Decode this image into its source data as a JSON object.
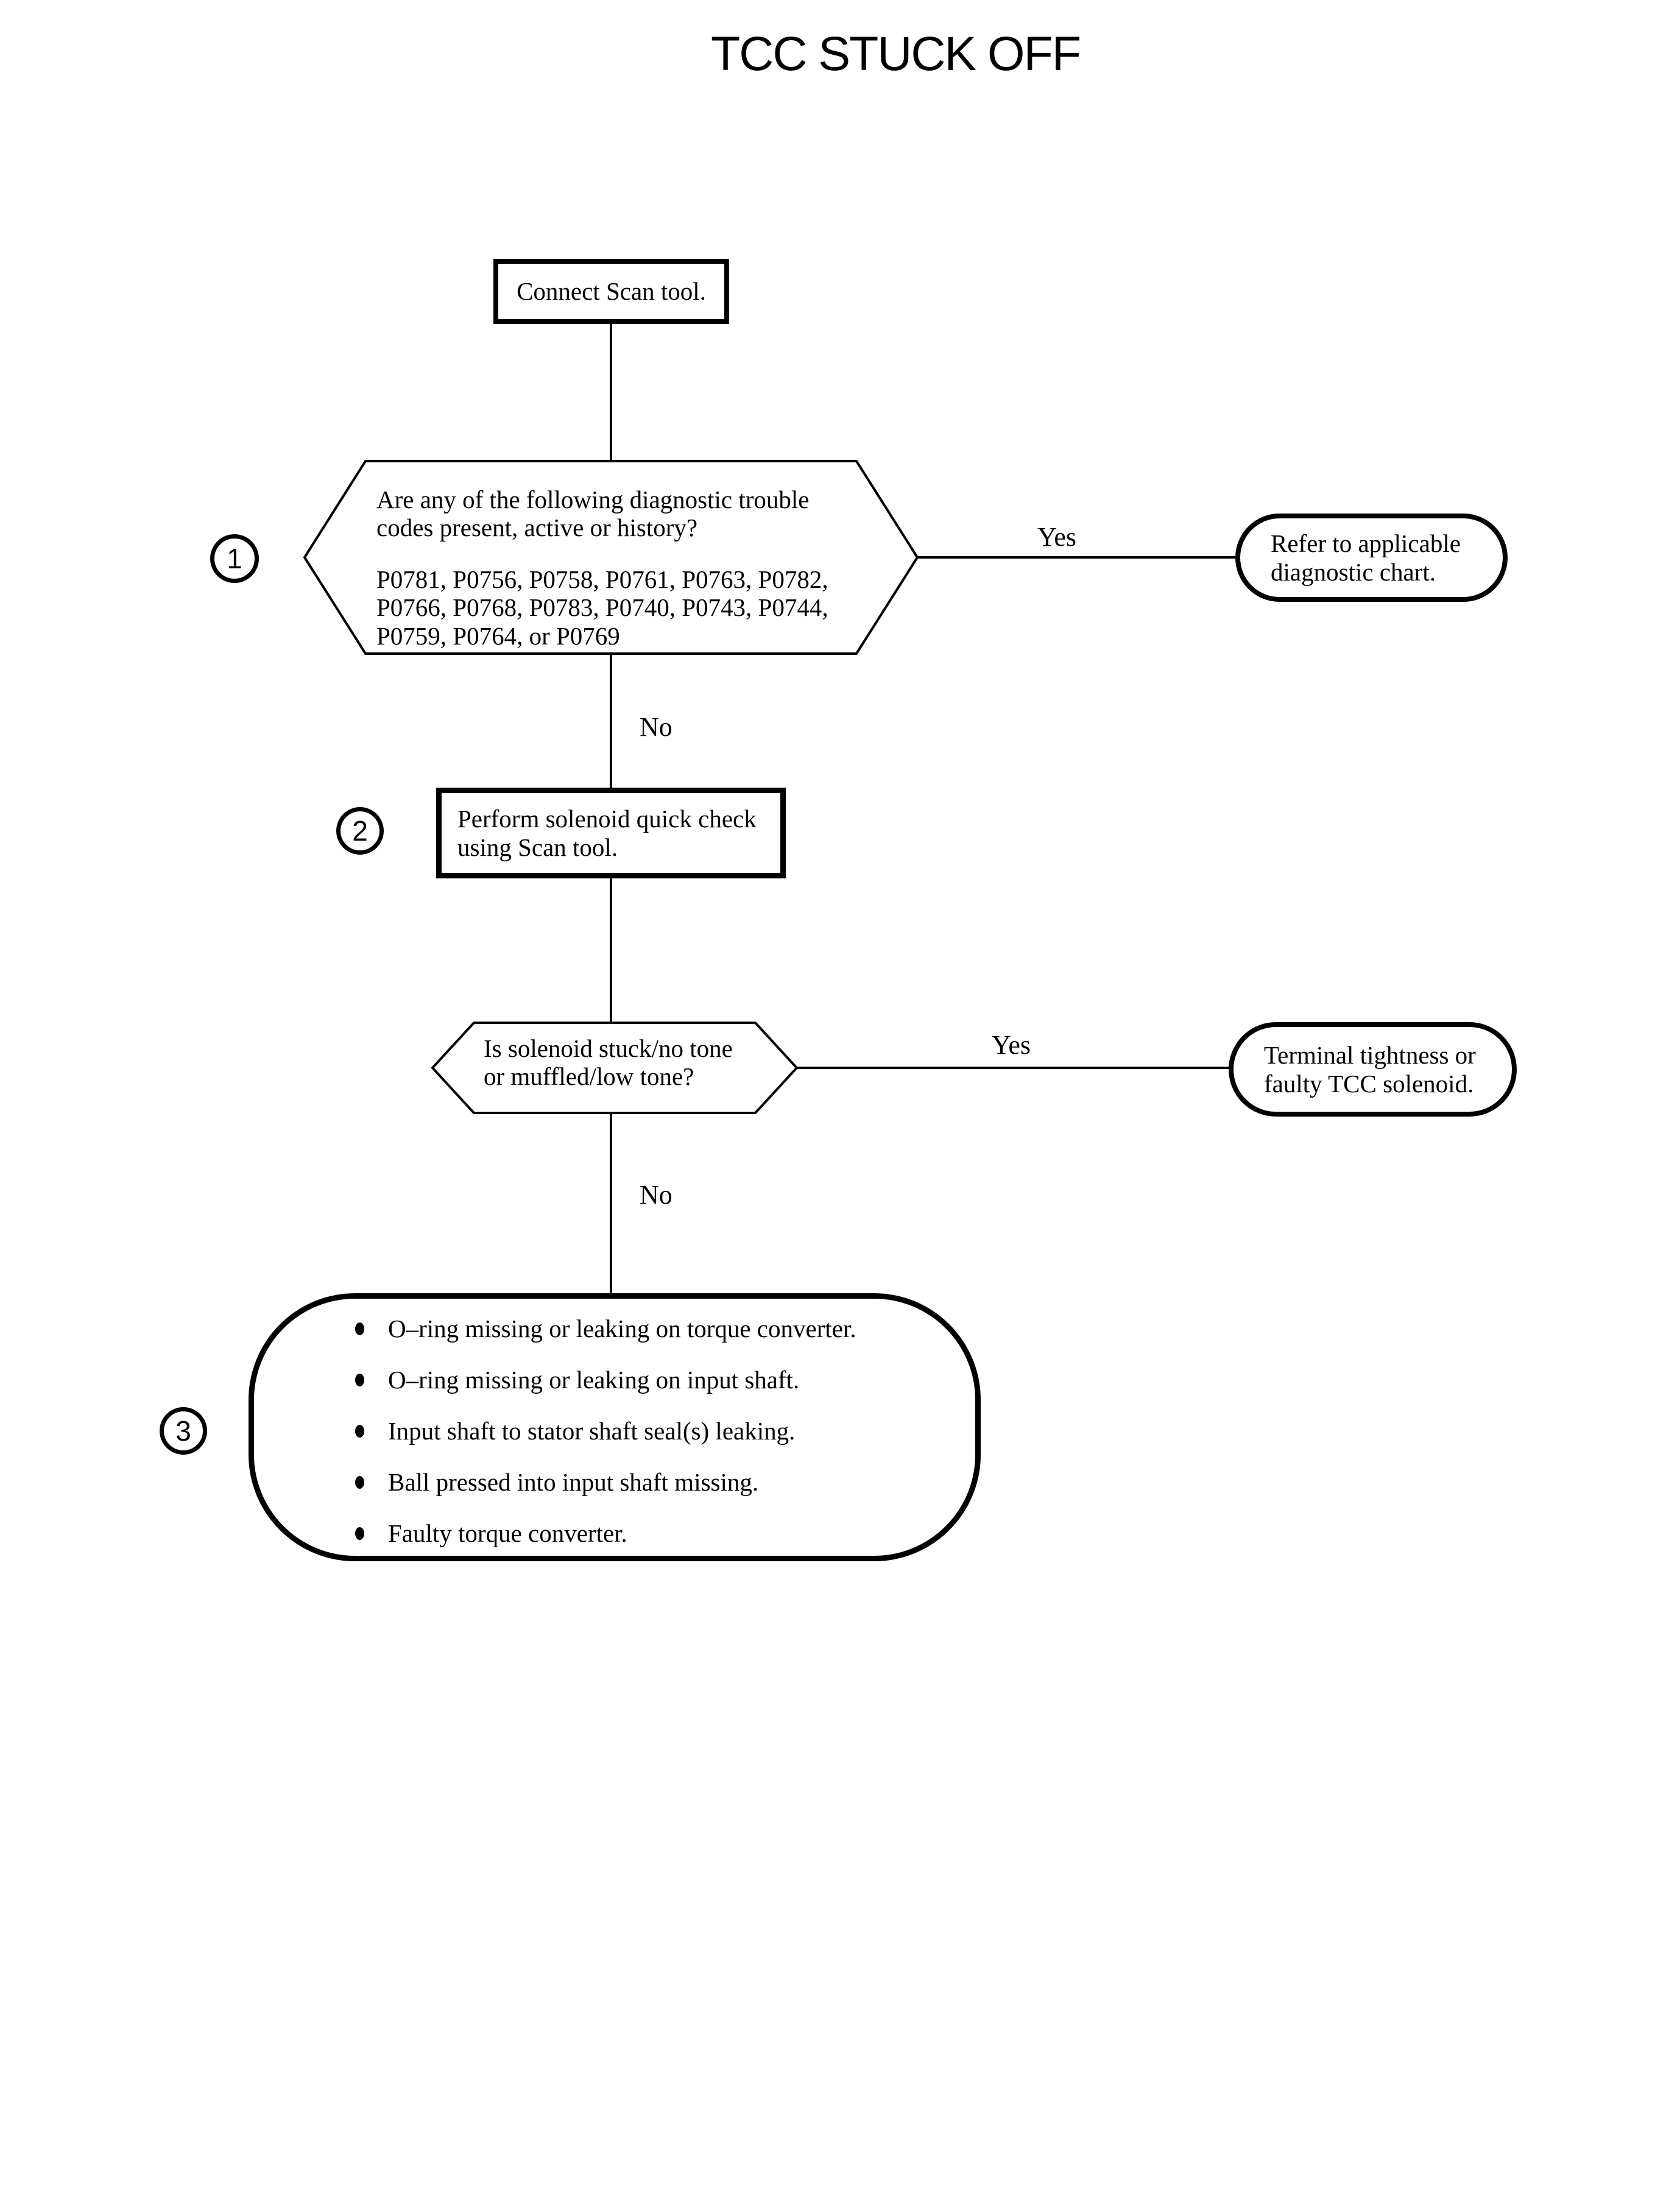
{
  "colors": {
    "ink": "#000000",
    "paper": "#ffffff"
  },
  "title": "TCC STUCK OFF",
  "flowchart": {
    "start": {
      "label": "Connect Scan tool."
    },
    "decision1": {
      "step": "1",
      "question": "Are any of the following diagnostic trouble\ncodes present, active or history?",
      "codes": "P0781, P0756, P0758, P0761, P0763, P0782,\nP0766, P0768, P0783, P0740, P0743, P0744,\nP0759, P0764, or P0769",
      "yes_label": "Yes",
      "no_label": "No",
      "yes_result": "Refer to applicable\ndiagnostic chart."
    },
    "action2": {
      "step": "2",
      "label": "Perform solenoid quick check\nusing Scan tool."
    },
    "decision2": {
      "question": "Is solenoid stuck/no tone\nor muffled/low tone?",
      "yes_label": "Yes",
      "no_label": "No",
      "yes_result": "Terminal tightness or\nfaulty TCC solenoid."
    },
    "result3": {
      "step": "3",
      "causes": [
        "O–ring missing or leaking on torque converter.",
        "O–ring missing or leaking on input shaft.",
        "Input shaft to stator shaft seal(s) leaking.",
        "Ball pressed into input shaft missing.",
        "Faulty torque converter."
      ]
    }
  }
}
